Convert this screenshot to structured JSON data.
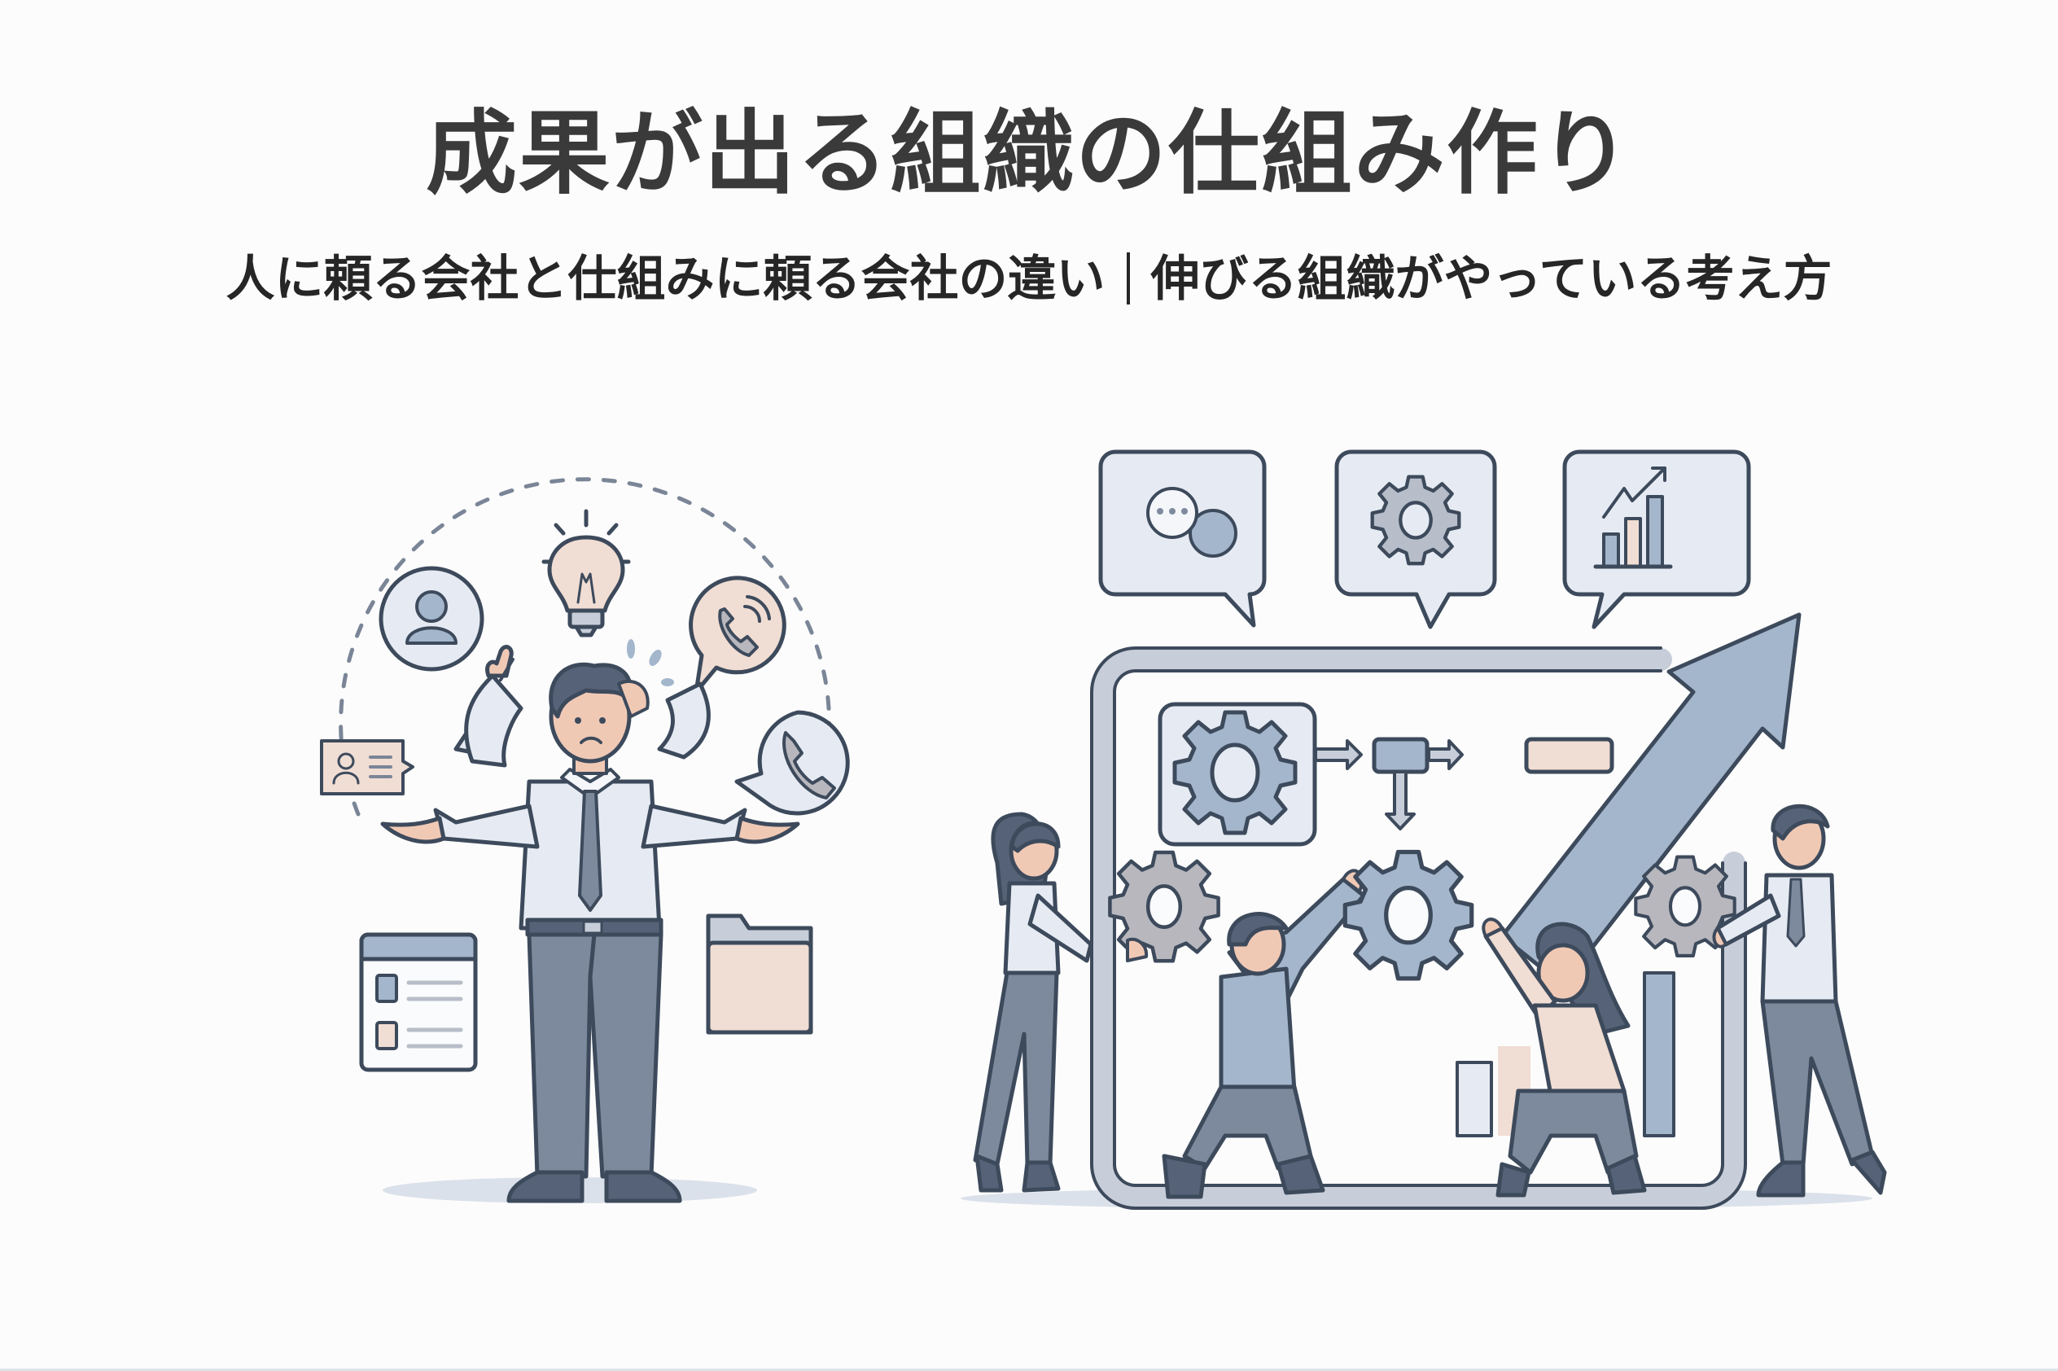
{
  "header": {
    "title": "成果が出る組織の仕組み作り",
    "subtitle_left": "人に頼る会社と仕組みに頼る会社の違い",
    "subtitle_right": "伸びる組織がやっている考え方"
  },
  "illustration_left": {
    "concept": "person-dependent company",
    "figure": "overwhelmed-businessman-with-four-arms",
    "icons": [
      "user-icon",
      "lightbulb-icon",
      "phone-ringing-icon",
      "contact-card-icon",
      "phone-icon",
      "document-window-icon",
      "folder-icon"
    ]
  },
  "illustration_right": {
    "concept": "system-driven company",
    "bubbles": [
      "chat-icon",
      "gear-icon",
      "growth-chart-icon"
    ],
    "figures": [
      "woman-holding-gear",
      "man-kneeling-lifting-gear",
      "woman-kneeling-lifting-gear",
      "man-holding-gear"
    ],
    "flow": [
      "gear-box",
      "process-box",
      "result-box"
    ]
  },
  "colors": {
    "outline": "#3d4a5c",
    "blue_fill": "#a3b6cc",
    "light_blue": "#e6ebf3",
    "peach": "#f0ddd3",
    "gray_gear": "#b7b7bd",
    "pants": "#7d8a9e",
    "hair": "#566277"
  }
}
